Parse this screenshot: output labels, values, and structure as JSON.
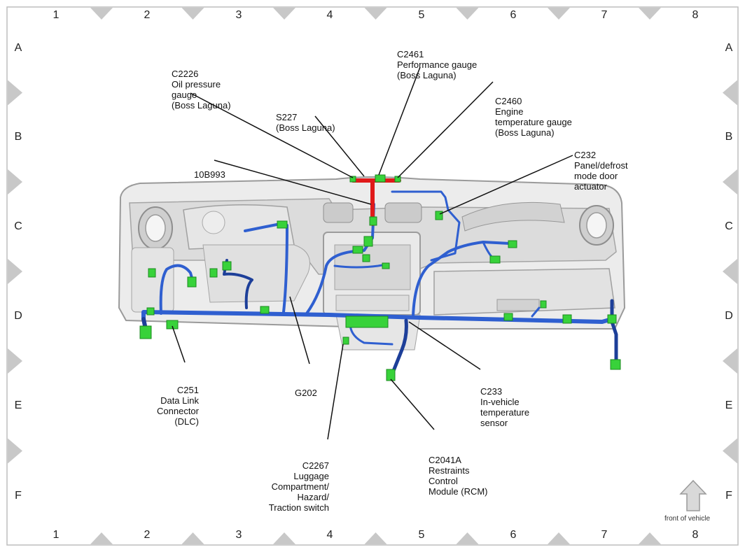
{
  "grid": {
    "columns": [
      "1",
      "2",
      "3",
      "4",
      "5",
      "6",
      "7",
      "8"
    ],
    "rows": [
      "A",
      "B",
      "C",
      "D",
      "E",
      "F"
    ]
  },
  "callouts": [
    {
      "id": "c2461",
      "lines": [
        "C2461",
        "Performance gauge",
        "(Boss Laguna)"
      ]
    },
    {
      "id": "c2226",
      "lines": [
        "C2226",
        "Oil pressure",
        "gauge",
        "(Boss Laguna)"
      ]
    },
    {
      "id": "s227",
      "lines": [
        "S227",
        "(Boss Laguna)"
      ]
    },
    {
      "id": "c2460",
      "lines": [
        "C2460",
        "Engine",
        "temperature gauge",
        "(Boss Laguna)"
      ]
    },
    {
      "id": "c232",
      "lines": [
        "C232",
        "Panel/defrost",
        "mode door",
        "actuator"
      ]
    },
    {
      "id": "10b993",
      "lines": [
        "10B993"
      ]
    },
    {
      "id": "c251",
      "lines": [
        "C251",
        "Data Link",
        "Connector",
        "(DLC)"
      ]
    },
    {
      "id": "g202",
      "lines": [
        "G202"
      ]
    },
    {
      "id": "c233",
      "lines": [
        "C233",
        "In-vehicle",
        "temperature",
        "sensor"
      ]
    },
    {
      "id": "c2267",
      "lines": [
        "C2267",
        "Luggage",
        "Compartment/",
        "Hazard/",
        "Traction switch"
      ]
    },
    {
      "id": "c2041a",
      "lines": [
        "C2041A",
        "Restraints",
        "Control",
        "Module (RCM)"
      ]
    }
  ],
  "orientation": {
    "label": "front of vehicle"
  },
  "colors": {
    "harness": "#2f5fd0",
    "harness_dark": "#1d3f99",
    "connector": "#38d23a",
    "highlight": "#e01a1a",
    "panel": "#d8d8d8",
    "panel_edge": "#9a9a9a",
    "marker": "#c8c8c8"
  }
}
